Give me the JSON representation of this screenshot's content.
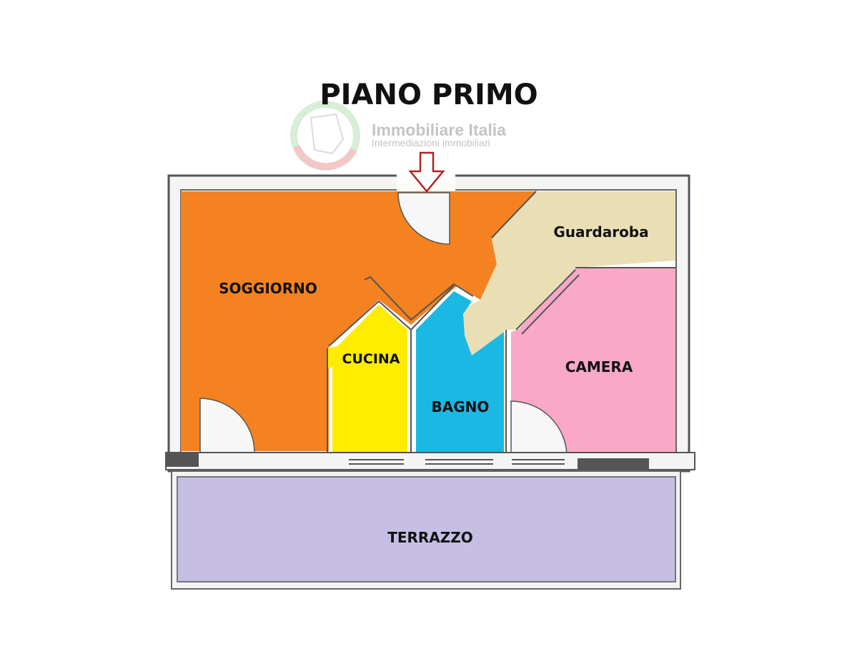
{
  "title": "PIANO PRIMO",
  "logo": {
    "name": "Immobiliare Italia",
    "tagline": "Intermediazioni immobiliari"
  },
  "rooms": [
    {
      "id": "soggiorno",
      "label": "SOGGIORNO",
      "color": "#F58220"
    },
    {
      "id": "guardaroba",
      "label": "Guardaroba",
      "color": "#EADFB4"
    },
    {
      "id": "cucina",
      "label": "CUCINA",
      "color": "#FFEC00"
    },
    {
      "id": "bagno",
      "label": "BAGNO",
      "color": "#1BB8E3"
    },
    {
      "id": "camera",
      "label": "CAMERA",
      "color": "#F9A8C7"
    },
    {
      "id": "terrazzo",
      "label": "TERRAZZO",
      "color": "#C6BEE3"
    }
  ],
  "entrance_arrow_color": "#B22222"
}
